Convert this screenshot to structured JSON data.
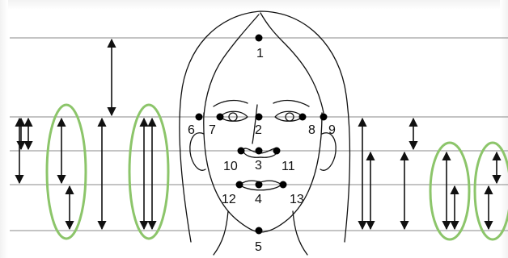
{
  "landmarks": [
    {
      "id": "1",
      "label": "1"
    },
    {
      "id": "2",
      "label": "2"
    },
    {
      "id": "3",
      "label": "3"
    },
    {
      "id": "4",
      "label": "4"
    },
    {
      "id": "5",
      "label": "5"
    },
    {
      "id": "6",
      "label": "6"
    },
    {
      "id": "7",
      "label": "7"
    },
    {
      "id": "8",
      "label": "8"
    },
    {
      "id": "9",
      "label": "9"
    },
    {
      "id": "10",
      "label": "10"
    },
    {
      "id": "11",
      "label": "11"
    },
    {
      "id": "12",
      "label": "12"
    },
    {
      "id": "13",
      "label": "13"
    }
  ],
  "colors": {
    "highlight": "#8cc56a",
    "line": "#111111",
    "guide": "#8a8a8a",
    "landmark_dot": "#000000"
  }
}
